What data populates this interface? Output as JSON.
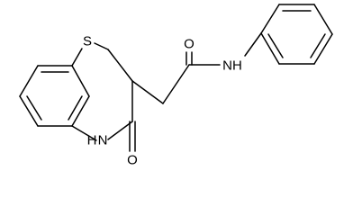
{
  "structure": {
    "atoms": [
      {
        "id": "S",
        "label": "S"
      },
      {
        "id": "N_ring",
        "label": "N"
      },
      {
        "id": "H_ring",
        "label": "H"
      },
      {
        "id": "O_ring",
        "label": "O"
      },
      {
        "id": "O_amide",
        "label": "O"
      },
      {
        "id": "N_amide",
        "label": "NH"
      }
    ]
  }
}
